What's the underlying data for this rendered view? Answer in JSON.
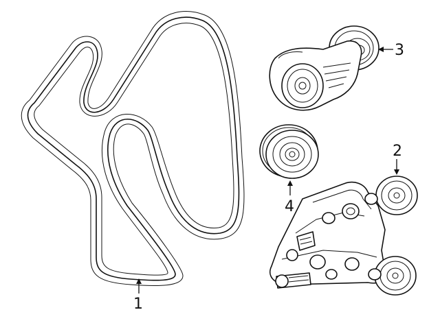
{
  "callouts": [
    {
      "id": "belt",
      "label": "1"
    },
    {
      "id": "idler-lower",
      "label": "2"
    },
    {
      "id": "tensioner",
      "label": "3"
    },
    {
      "id": "idler-pulley",
      "label": "4"
    }
  ]
}
